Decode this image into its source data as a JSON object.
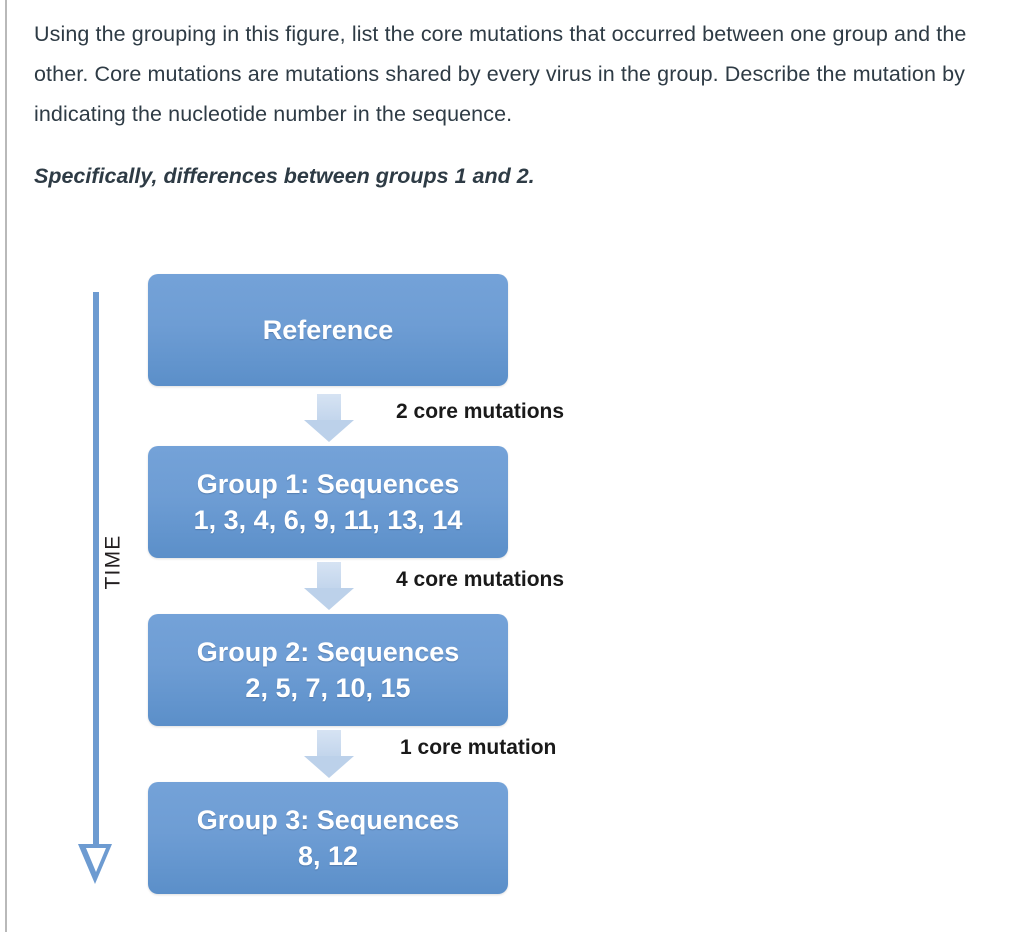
{
  "question": {
    "body": "Using the grouping in this figure, list the core mutations that occurred between one group and the other. Core mutations are mutations shared by every virus in the group. Describe the mutation by indicating the nucleotide number in the sequence.",
    "emphasis": "Specifically, differences between groups 1 and 2."
  },
  "figure": {
    "axis": {
      "label": "TIME",
      "direction": "downward",
      "color": "#6d9bd1"
    },
    "box_color": "#6e9dd4",
    "arrow_color": "#c2d5ec",
    "nodes": [
      {
        "id": "reference",
        "line1": "Reference",
        "line2": ""
      },
      {
        "id": "group1",
        "line1": "Group 1: Sequences",
        "line2": "1, 3, 4, 6, 9, 11, 13, 14"
      },
      {
        "id": "group2",
        "line1": "Group 2: Sequences",
        "line2": "2, 5, 7, 10, 15"
      },
      {
        "id": "group3",
        "line1": "Group 3: Sequences",
        "line2": "8, 12"
      }
    ],
    "steps": [
      {
        "id": "ref-to-group1",
        "label": "2 core mutations"
      },
      {
        "id": "group1-to-group2",
        "label": "4 core mutations"
      },
      {
        "id": "group2-to-group3",
        "label": "1 core mutation"
      }
    ]
  }
}
